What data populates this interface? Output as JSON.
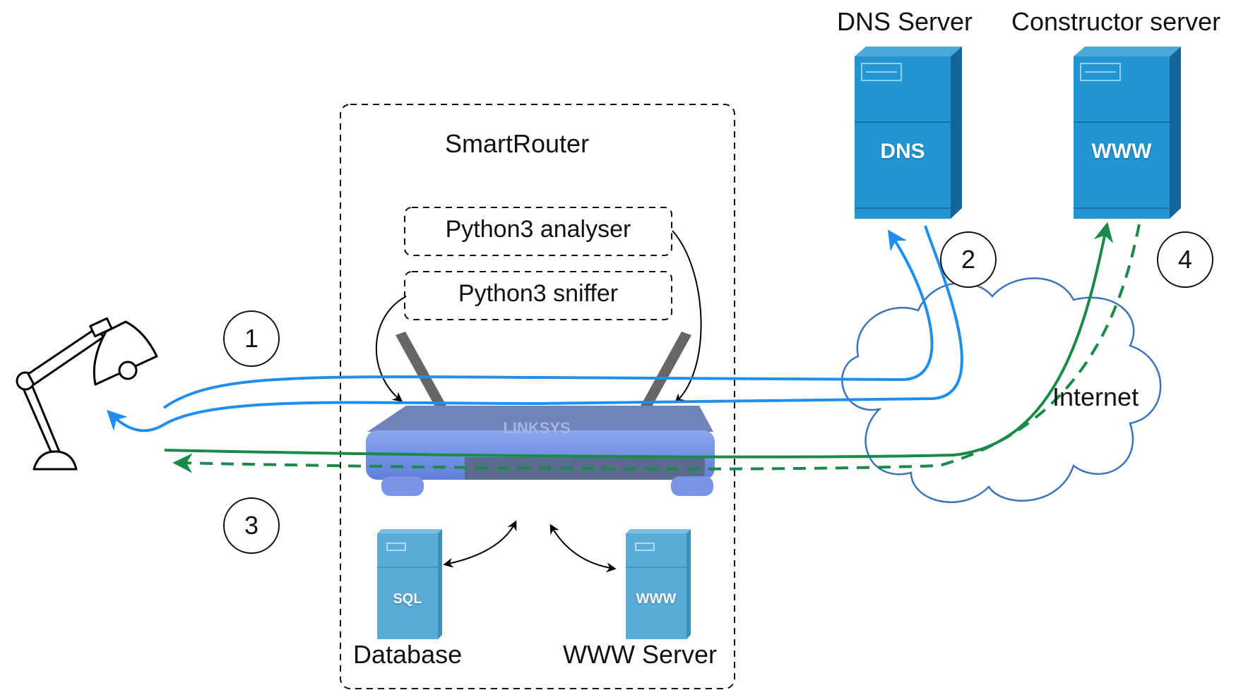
{
  "top_labels": {
    "dns_server": "DNS Server",
    "constructor_server": "Constructor server"
  },
  "smartrouter": {
    "title": "SmartRouter",
    "analyser": "Python3 analyser",
    "sniffer": "Python3 sniffer",
    "router_brand": "LINKSYS",
    "database_icon": "SQL",
    "database_label": "Database",
    "www_icon": "WWW",
    "www_label": "WWW Server"
  },
  "servers": {
    "dns_icon": "DNS",
    "constructor_icon": "WWW"
  },
  "cloud": {
    "label": "Internet"
  },
  "steps": [
    "1",
    "2",
    "3",
    "4"
  ],
  "colors": {
    "blue_flow": "#1e8ff0",
    "green_flow": "#1a8a4a",
    "server_front": "#2196d3",
    "server_side": "#1571a8",
    "cloud_stroke": "#3a73b8",
    "router_body": "#6f8fe0"
  }
}
